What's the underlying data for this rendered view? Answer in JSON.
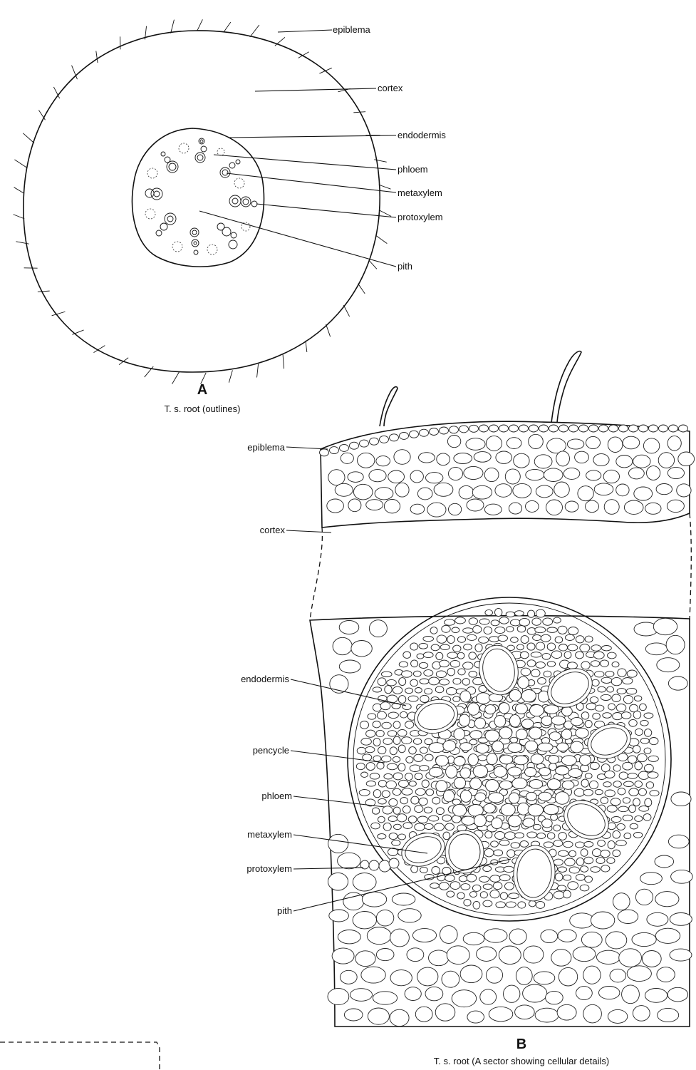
{
  "diagram_a": {
    "letter": "A",
    "caption": "T. s. root (outlines)",
    "labels": {
      "epiblema": "epiblema",
      "cortex": "cortex",
      "endodermis": "endodermis",
      "phloem": "phloem",
      "metaxylem": "metaxylem",
      "protoxylem": "protoxylem",
      "pith": "pith"
    }
  },
  "diagram_b": {
    "letter": "B",
    "caption": "T. s. root (A sector showing cellular details)",
    "labels": {
      "epiblema": "epiblema",
      "cortex": "cortex",
      "endodermis": "endodermis",
      "pericycle": "pencycle",
      "phloem": "phloem",
      "metaxylem": "metaxylem",
      "protoxylem": "protoxylem",
      "pith": "pith"
    }
  },
  "colors": {
    "ink": "#111111",
    "paper": "#ffffff"
  }
}
